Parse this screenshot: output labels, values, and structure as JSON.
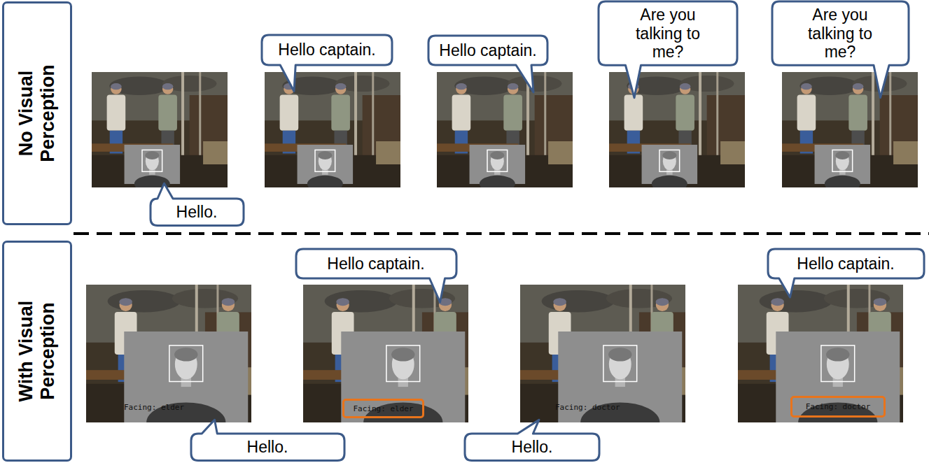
{
  "diagram": {
    "nodes": [
      {
        "text": [
          "No Visual Perception"
        ]
      },
      {
        "text": [
          "Hello."
        ]
      },
      {
        "text": [
          "Hello captain."
        ]
      },
      {
        "text": [
          "Hello captain."
        ]
      },
      {
        "text": [
          "Are you talking to me?"
        ]
      },
      {
        "text": [
          "Are you talking to me?"
        ]
      },
      {
        "text": [
          "With Visual Perception"
        ]
      },
      {
        "text": [
          "Hello."
        ]
      },
      {
        "text": [
          "Hello captain."
        ]
      },
      {
        "text": [
          "Facing: elder"
        ]
      },
      {
        "text": [
          "Hello."
        ]
      },
      {
        "text": [
          "Hello captain."
        ]
      },
      {
        "text": [
          "Facing: doctor"
        ]
      }
    ],
    "labels": [
      "Facing: elder",
      "Facing: doctor"
    ]
  }
}
